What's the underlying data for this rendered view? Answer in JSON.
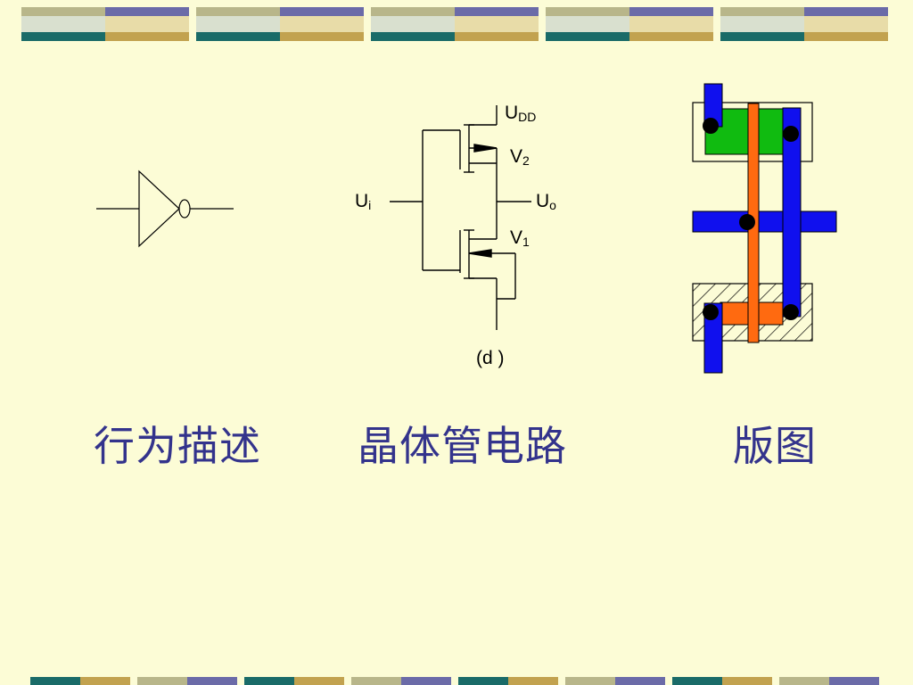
{
  "colors": {
    "background": "#FCFCD6",
    "text": "#33338C",
    "stripe_teal": "#1A6B68",
    "stripe_olive": "#B8B68A",
    "stripe_purple": "#6B6BA8",
    "stripe_gold": "#C2A24F",
    "stripe_light": "#D9E0CF",
    "stripe_cream": "#E8DCA8",
    "layout_blue": "#1010EE",
    "layout_green": "#10BB10",
    "layout_orange": "#FF6A10",
    "contact": "#000000"
  },
  "decoration": {
    "top_band_segments": 5,
    "bottom_band_segments": 8
  },
  "circuit": {
    "supply_label": "U",
    "supply_sub": "DD",
    "input_label": "U",
    "input_sub": "i",
    "output_label": "U",
    "output_sub": "o",
    "upper_transistor_label": "V",
    "upper_transistor_sub": "2",
    "lower_transistor_label": "V",
    "lower_transistor_sub": "1",
    "figure_tag": "(d )"
  },
  "captions": {
    "behavior": "行为描述",
    "transistor_circuit": "晶体管电路",
    "layout": "版图"
  }
}
